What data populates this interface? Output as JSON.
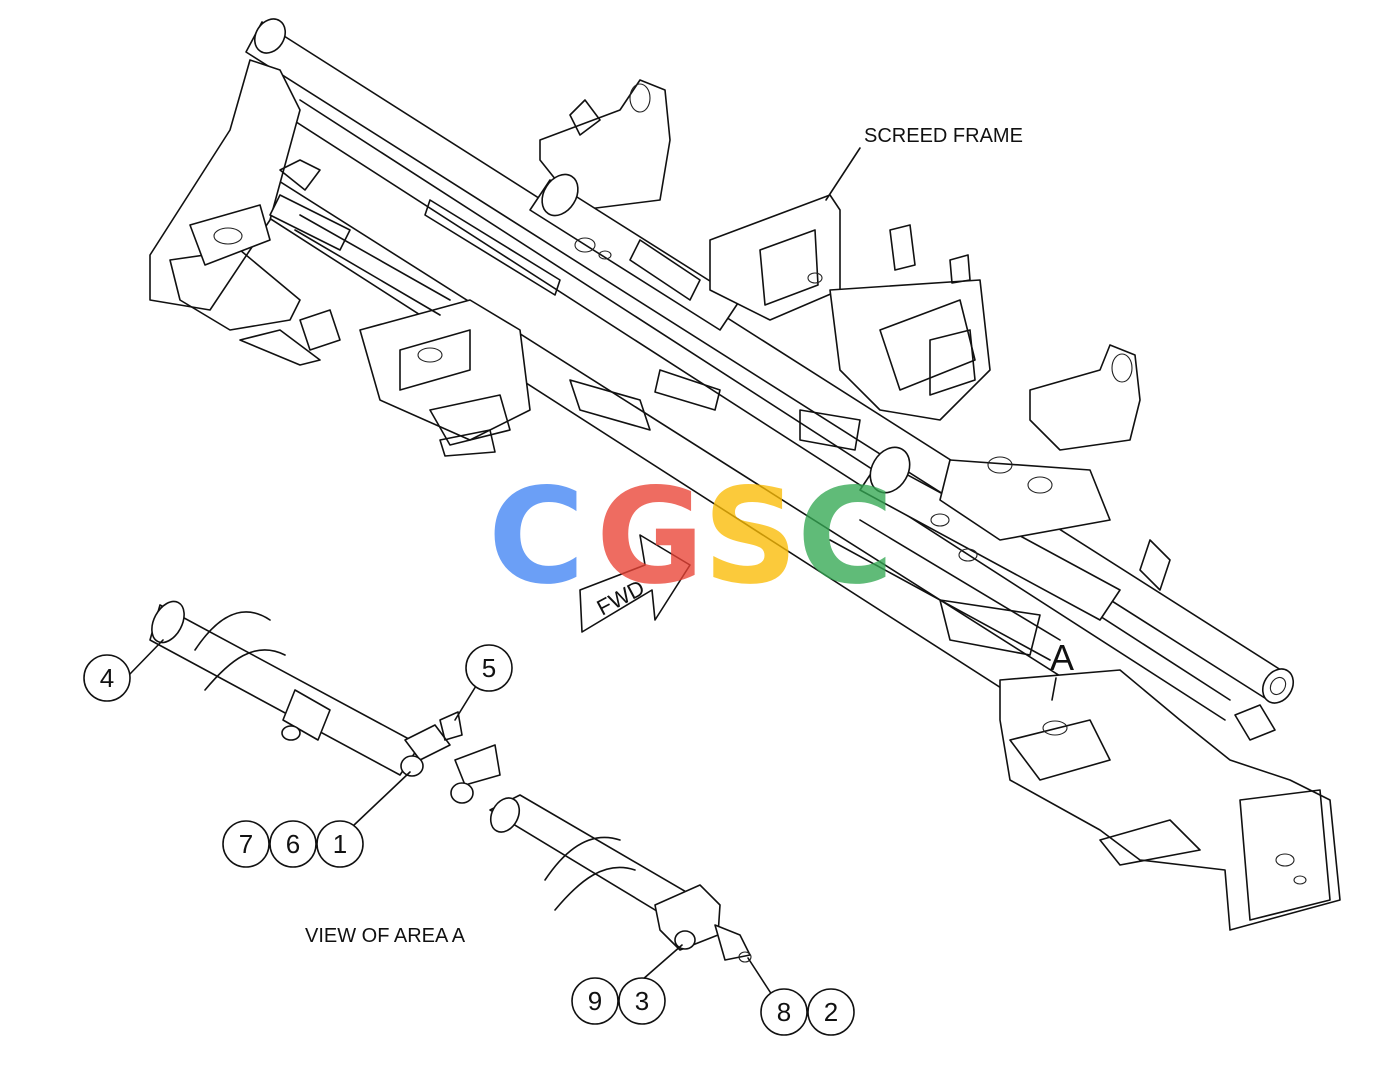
{
  "labels": {
    "screed_frame": "SCREED FRAME",
    "area_marker": "A",
    "view_caption": "VIEW OF AREA A",
    "fwd": "FWD"
  },
  "callouts": [
    "4",
    "5",
    "7",
    "6",
    "1",
    "9",
    "3",
    "8",
    "2"
  ],
  "watermark": {
    "letters": [
      "C",
      "G",
      "S",
      "C"
    ],
    "colors": [
      "#4285f4",
      "#ea4335",
      "#fbbc05",
      "#34a853"
    ]
  }
}
